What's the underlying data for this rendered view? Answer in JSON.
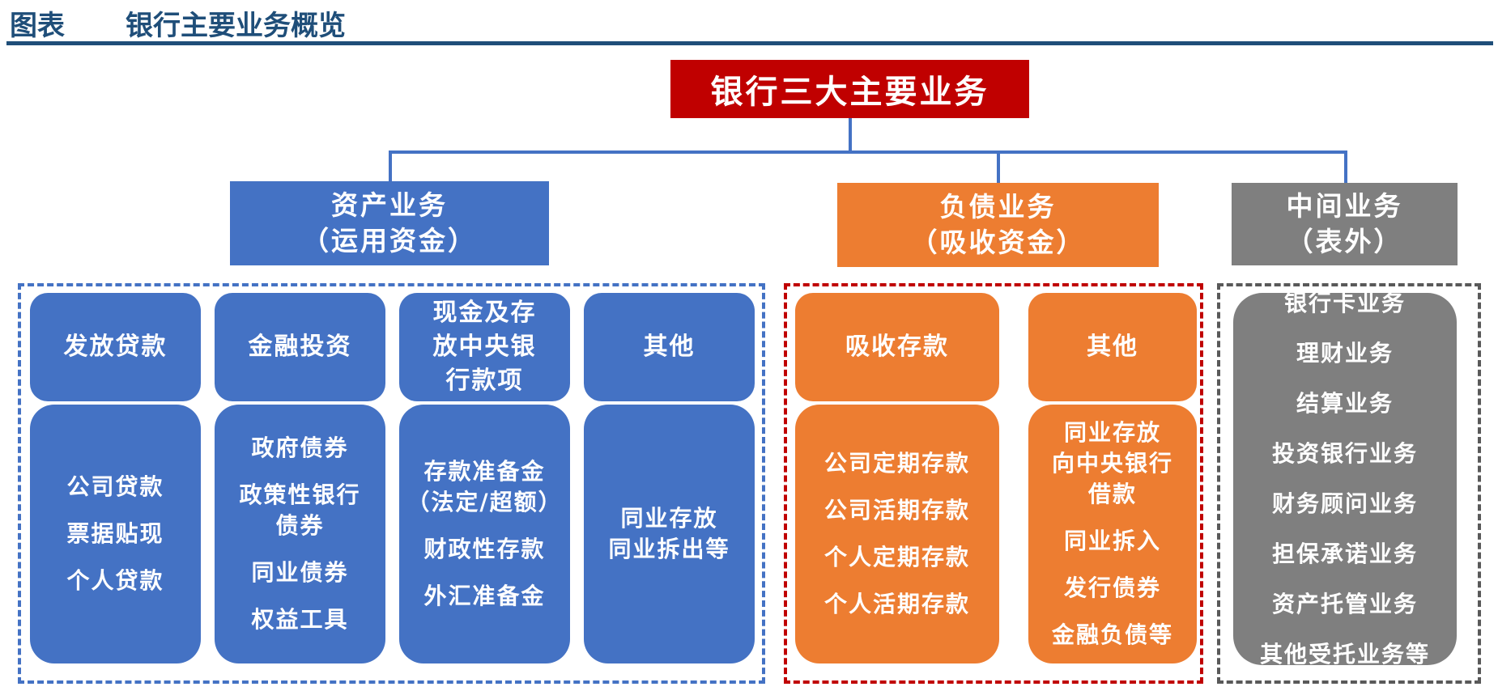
{
  "header": {
    "label": "图表",
    "title": "银行主要业务概览"
  },
  "colors": {
    "header": "#1f4e79",
    "root": "#c00000",
    "asset": "#4472c4",
    "liability": "#ed7d31",
    "intermediate": "#7f7f7f",
    "liability_border": "#c00000"
  },
  "root": {
    "text": "银行三大主要业务"
  },
  "categories": {
    "asset": {
      "line1": "资产业务",
      "line2": "（运用资金）"
    },
    "liability": {
      "line1": "负债业务",
      "line2": "（吸收资金）"
    },
    "intermediate": {
      "line1": "中间业务",
      "line2": "（表外）"
    }
  },
  "asset_cards": [
    {
      "title": [
        "发放贷款"
      ],
      "items": [
        "公司贷款",
        "票据贴现",
        "个人贷款"
      ]
    },
    {
      "title": [
        "金融投资"
      ],
      "items": [
        "政府债券",
        "政策性银行\n债券",
        "同业债券",
        "权益工具"
      ]
    },
    {
      "title": [
        "现金及存",
        "放中央银",
        "行款项"
      ],
      "items": [
        "存款准备金\n（法定/超额）",
        "财政性存款",
        "外汇准备金"
      ]
    },
    {
      "title": [
        "其他"
      ],
      "items": [
        "同业存放\n同业拆出等"
      ]
    }
  ],
  "liability_cards": [
    {
      "title": [
        "吸收存款"
      ],
      "items": [
        "公司定期存款",
        "公司活期存款",
        "个人定期存款",
        "个人活期存款"
      ]
    },
    {
      "title": [
        "其他"
      ],
      "items": [
        "同业存放\n向中央银行\n借款",
        "同业拆入",
        "发行债券",
        "金融负债等"
      ]
    }
  ],
  "intermediate_items": [
    "银行卡业务",
    "理财业务",
    "结算业务",
    "投资银行业务",
    "财务顾问业务",
    "担保承诺业务",
    "资产托管业务",
    "其他受托业务等"
  ]
}
